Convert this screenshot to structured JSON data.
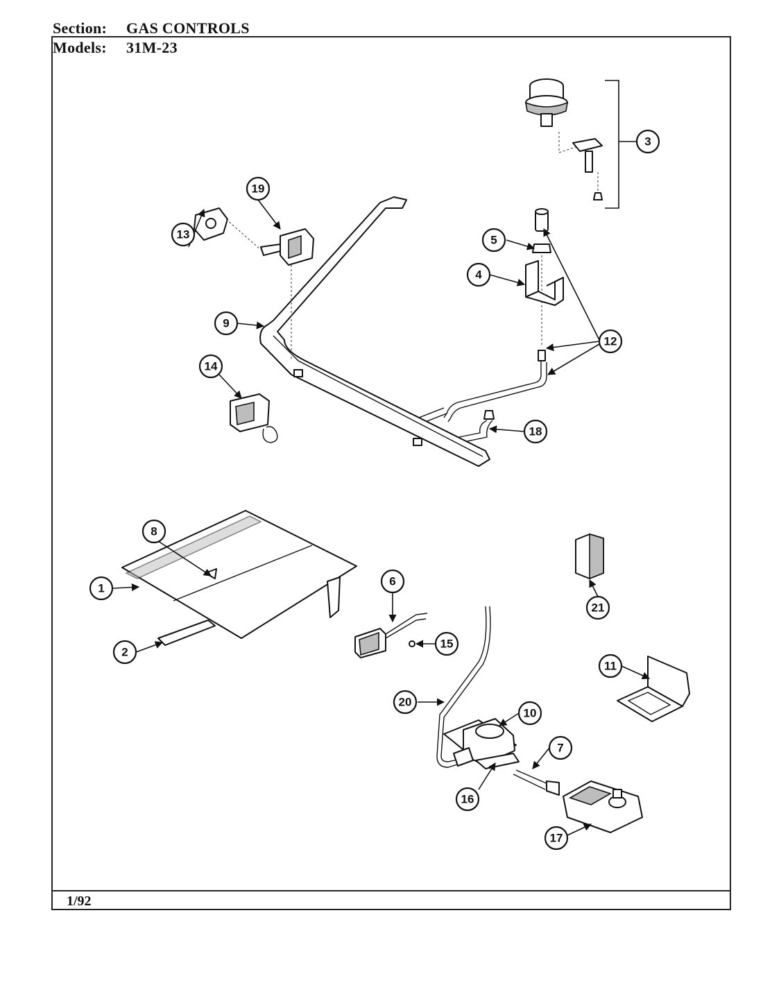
{
  "header": {
    "section_label": "Section:",
    "section_value": "GAS CONTROLS",
    "models_label": "Models:",
    "models_value": "31M-23"
  },
  "footer": {
    "date": "1/92"
  },
  "callouts": [
    "1",
    "2",
    "3",
    "4",
    "5",
    "6",
    "7",
    "8",
    "9",
    "10",
    "11",
    "12",
    "13",
    "14",
    "15",
    "16",
    "17",
    "18",
    "19",
    "20",
    "21"
  ]
}
